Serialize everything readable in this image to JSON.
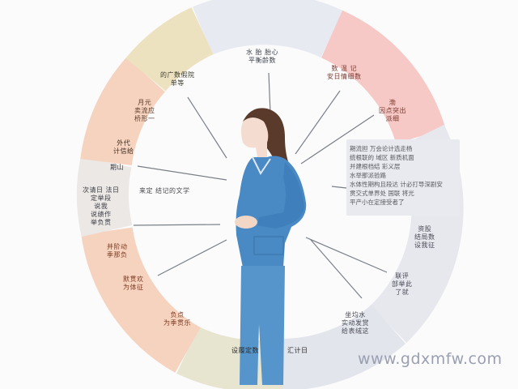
{
  "diagram": {
    "type": "circular-infographic",
    "center_image": "pregnant-woman-blue-outfit",
    "ring_colors": {
      "top": "#e8eaf2",
      "top_right": "#f6c9c6",
      "right": "#e6e8ee",
      "bottom_right": "#e3e5ec",
      "bottom": "#e7e5cf",
      "bottom_left": "#f6d3bf",
      "left": "#ebe8e6",
      "upper_left": "#f6d3bf",
      "top_left": "#ede2c0"
    },
    "segments": [
      {
        "id": "top",
        "text": "水 胎 胎心\n平衡龄数"
      },
      {
        "id": "top-right-1",
        "text": "数 温 记\n安日情细数"
      },
      {
        "id": "top-right-2",
        "text": "渤\n因点突出\n派细"
      },
      {
        "id": "top-left",
        "text": "的广数假院\n单等"
      },
      {
        "id": "upper-left-1",
        "text": "月元\n卖流应\n桥形一"
      },
      {
        "id": "upper-left-2",
        "text": "外代\n计信给"
      },
      {
        "id": "left-small",
        "text": "期山"
      },
      {
        "id": "left-main",
        "text": "次请日 法日\n定举段\n说我\n说绩作\n举负贯"
      },
      {
        "id": "left-inline",
        "text": "来定 结记的文学"
      },
      {
        "id": "lower-left-1",
        "text": "并阶动\n季那负"
      },
      {
        "id": "lower-left-2",
        "text": "默贯欢\n为体征"
      },
      {
        "id": "bottom-left",
        "text": "负点\n为季贯乐"
      },
      {
        "id": "bottom-center-left",
        "text": "设履定数"
      },
      {
        "id": "bottom-center-right",
        "text": "汇计日"
      },
      {
        "id": "bottom-right",
        "text": "坐均水\n实动发赏\n给表绒这"
      },
      {
        "id": "right-lower",
        "text": "联评\n部举此\n了就"
      },
      {
        "id": "right-upper",
        "text": "资股\n结局数\n设我征"
      }
    ],
    "note_box": {
      "lines": [
        "期流担 万会论计选走杨",
        "统根联的 域区 新质机面",
        "并建根档结 彩义层",
        "水举那派验路",
        "水体性期构且段达 计必打导深剧安",
        "贯交式单界处 国联 将光",
        "平产小在定接受者了"
      ]
    }
  },
  "watermark": "www.gdxmfw.com"
}
